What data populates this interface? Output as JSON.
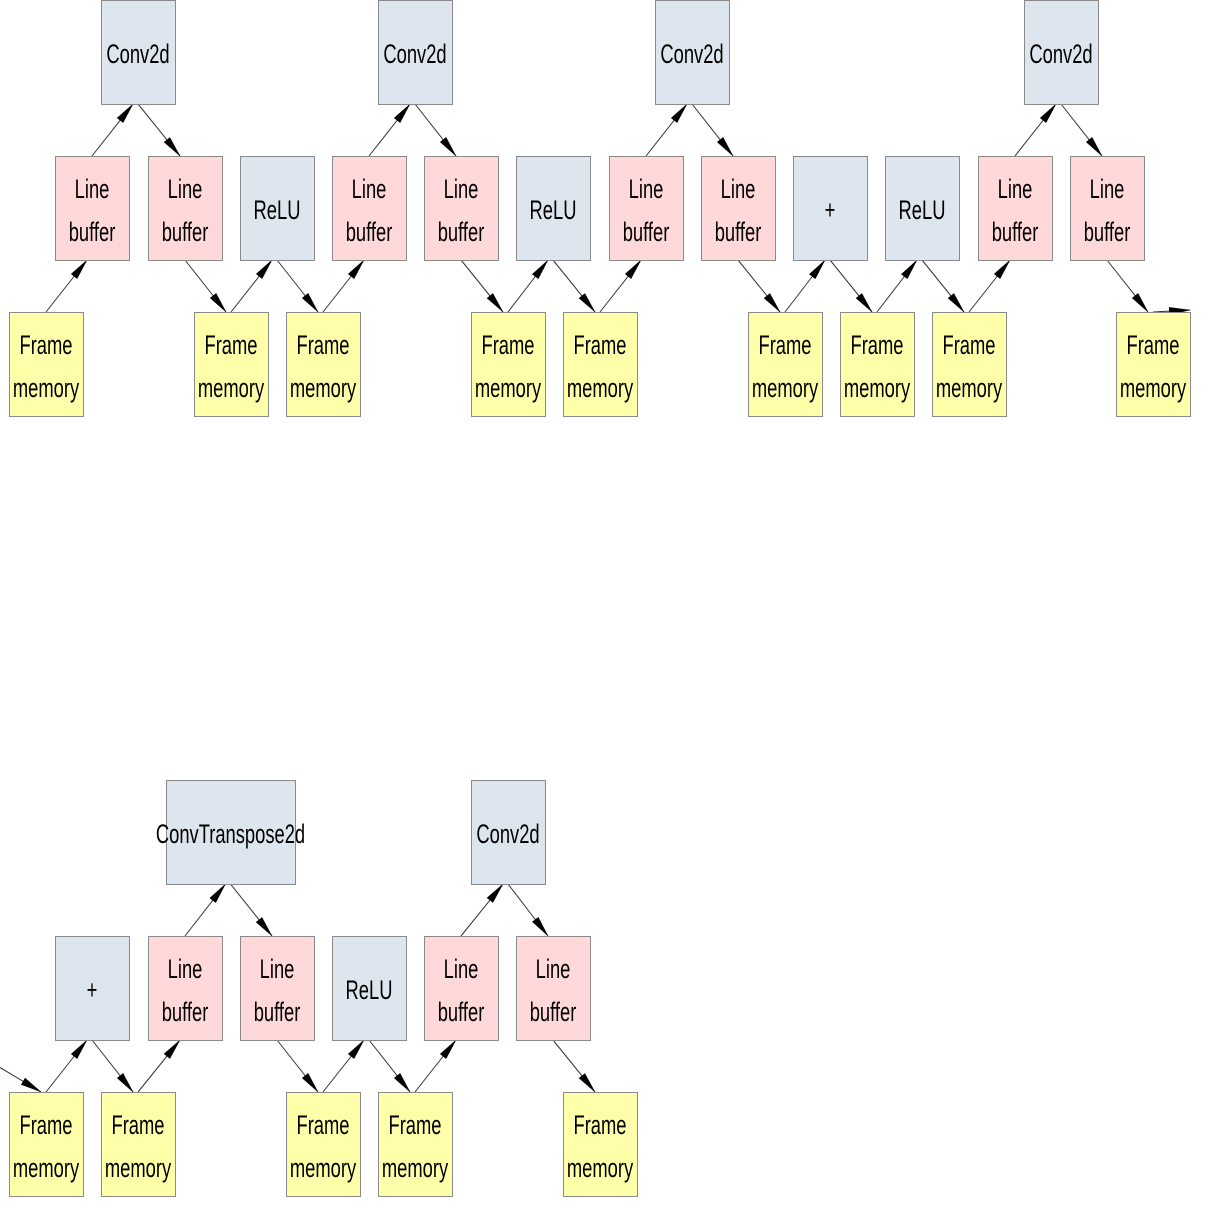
{
  "colors": {
    "op": "#dde5ee",
    "line_buffer": "#ffd9d9",
    "frame_memory": "#ffffaa",
    "border": "#8a8a8a",
    "edge": "#333333"
  },
  "nodes": [
    {
      "id": 0,
      "type": "op",
      "lines": [
        "Conv2d"
      ]
    },
    {
      "id": 1,
      "type": "op",
      "lines": [
        "Conv2d"
      ]
    },
    {
      "id": 2,
      "type": "op",
      "lines": [
        "Conv2d"
      ]
    },
    {
      "id": 3,
      "type": "op",
      "lines": [
        "Conv2d"
      ]
    },
    {
      "id": 4,
      "type": "line_buffer",
      "lines": [
        "Line",
        "buffer"
      ]
    },
    {
      "id": 5,
      "type": "line_buffer",
      "lines": [
        "Line",
        "buffer"
      ]
    },
    {
      "id": 6,
      "type": "op",
      "lines": [
        "ReLU"
      ]
    },
    {
      "id": 7,
      "type": "line_buffer",
      "lines": [
        "Line",
        "buffer"
      ]
    },
    {
      "id": 8,
      "type": "line_buffer",
      "lines": [
        "Line",
        "buffer"
      ]
    },
    {
      "id": 9,
      "type": "op",
      "lines": [
        "ReLU"
      ]
    },
    {
      "id": 10,
      "type": "line_buffer",
      "lines": [
        "Line",
        "buffer"
      ]
    },
    {
      "id": 11,
      "type": "line_buffer",
      "lines": [
        "Line",
        "buffer"
      ]
    },
    {
      "id": 12,
      "type": "op",
      "lines": [
        "+"
      ]
    },
    {
      "id": 13,
      "type": "op",
      "lines": [
        "ReLU"
      ]
    },
    {
      "id": 14,
      "type": "line_buffer",
      "lines": [
        "Line",
        "buffer"
      ]
    },
    {
      "id": 15,
      "type": "line_buffer",
      "lines": [
        "Line",
        "buffer"
      ]
    },
    {
      "id": 16,
      "type": "frame_memory",
      "lines": [
        "Frame",
        "memory"
      ]
    },
    {
      "id": 17,
      "type": "frame_memory",
      "lines": [
        "Frame",
        "memory"
      ]
    },
    {
      "id": 18,
      "type": "frame_memory",
      "lines": [
        "Frame",
        "memory"
      ]
    },
    {
      "id": 19,
      "type": "frame_memory",
      "lines": [
        "Frame",
        "memory"
      ]
    },
    {
      "id": 20,
      "type": "frame_memory",
      "lines": [
        "Frame",
        "memory"
      ]
    },
    {
      "id": 21,
      "type": "frame_memory",
      "lines": [
        "Frame",
        "memory"
      ]
    },
    {
      "id": 22,
      "type": "frame_memory",
      "lines": [
        "Frame",
        "memory"
      ]
    },
    {
      "id": 23,
      "type": "frame_memory",
      "lines": [
        "Frame",
        "memory"
      ]
    },
    {
      "id": 24,
      "type": "frame_memory",
      "lines": [
        "Frame",
        "memory"
      ]
    },
    {
      "id": 25,
      "type": "op",
      "lines": [
        "ConvTranspose2d"
      ]
    },
    {
      "id": 26,
      "type": "op",
      "lines": [
        "Conv2d"
      ]
    },
    {
      "id": 27,
      "type": "op",
      "lines": [
        "+"
      ]
    },
    {
      "id": 28,
      "type": "line_buffer",
      "lines": [
        "Line",
        "buffer"
      ]
    },
    {
      "id": 29,
      "type": "line_buffer",
      "lines": [
        "Line",
        "buffer"
      ]
    },
    {
      "id": 30,
      "type": "op",
      "lines": [
        "ReLU"
      ]
    },
    {
      "id": 31,
      "type": "line_buffer",
      "lines": [
        "Line",
        "buffer"
      ]
    },
    {
      "id": 32,
      "type": "line_buffer",
      "lines": [
        "Line",
        "buffer"
      ]
    },
    {
      "id": 33,
      "type": "frame_memory",
      "lines": [
        "Frame",
        "memory"
      ]
    },
    {
      "id": 34,
      "type": "frame_memory",
      "lines": [
        "Frame",
        "memory"
      ]
    },
    {
      "id": 35,
      "type": "frame_memory",
      "lines": [
        "Frame",
        "memory"
      ]
    },
    {
      "id": 36,
      "type": "frame_memory",
      "lines": [
        "Frame",
        "memory"
      ]
    },
    {
      "id": 37,
      "type": "frame_memory",
      "lines": [
        "Frame",
        "memory"
      ]
    }
  ],
  "edges": [
    [
      16,
      4
    ],
    [
      4,
      0
    ],
    [
      0,
      5
    ],
    [
      5,
      17
    ],
    [
      17,
      6
    ],
    [
      6,
      18
    ],
    [
      18,
      7
    ],
    [
      7,
      1
    ],
    [
      1,
      8
    ],
    [
      8,
      19
    ],
    [
      19,
      9
    ],
    [
      9,
      20
    ],
    [
      20,
      10
    ],
    [
      10,
      2
    ],
    [
      2,
      11
    ],
    [
      11,
      21
    ],
    [
      21,
      12
    ],
    [
      12,
      22
    ],
    [
      22,
      13
    ],
    [
      13,
      23
    ],
    [
      23,
      14
    ],
    [
      14,
      3
    ],
    [
      3,
      15
    ],
    [
      15,
      24
    ],
    [
      24,
      "out"
    ],
    [
      "in",
      33
    ],
    [
      33,
      27
    ],
    [
      27,
      34
    ],
    [
      34,
      28
    ],
    [
      28,
      25
    ],
    [
      25,
      29
    ],
    [
      29,
      35
    ],
    [
      35,
      30
    ],
    [
      30,
      36
    ],
    [
      36,
      31
    ],
    [
      31,
      26
    ],
    [
      26,
      32
    ],
    [
      32,
      37
    ]
  ]
}
